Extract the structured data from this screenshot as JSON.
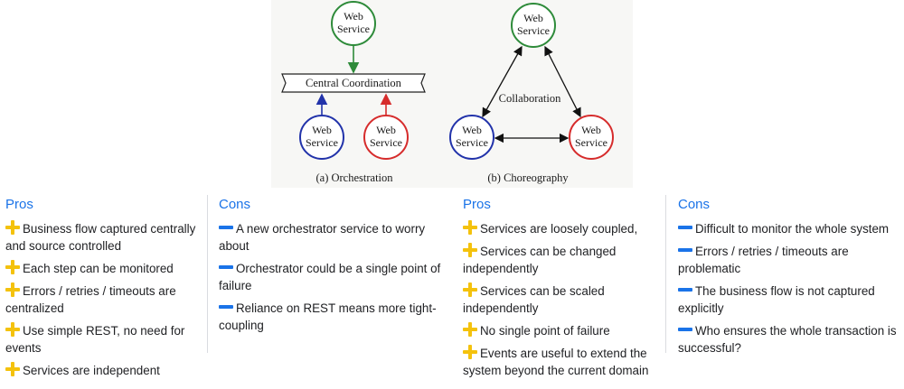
{
  "diagram": {
    "orchestration": {
      "top_service": "Web\nService",
      "coordinator": "Central Coordination",
      "bottom_left_service": "Web\nService",
      "bottom_right_service": "Web\nService",
      "caption": "(a) Orchestration"
    },
    "choreography": {
      "top_service": "Web\nService",
      "left_service": "Web\nService",
      "right_service": "Web\nService",
      "center_label": "Collaboration",
      "caption": "(b) Choreography"
    },
    "colors": {
      "green": "#2e8b3a",
      "blue": "#2233aa",
      "red": "#d62c2c"
    }
  },
  "orchestration_pros": {
    "title": "Pros",
    "items": [
      "Business flow captured centrally and source controlled",
      "Each step can be monitored",
      "Errors / retries / timeouts are centralized",
      "Use simple REST, no need for events",
      "Services are independent"
    ]
  },
  "orchestration_cons": {
    "title": "Cons",
    "items": [
      "A new orchestrator service to worry about",
      "Orchestrator could be a single point of failure",
      "Reliance on REST means more tight-coupling"
    ]
  },
  "choreography_pros": {
    "title": "Pros",
    "items": [
      "Services are loosely coupled,",
      "Services can be changed independently",
      "Services can be scaled independently",
      "No single point of failure",
      "Events are useful to extend the system beyond the current domain"
    ]
  },
  "choreography_cons": {
    "title": "Cons",
    "items": [
      "Difficult to monitor the whole system",
      "Errors / retries / timeouts are problematic",
      "The business flow is not captured explicitly",
      "Who ensures the whole transaction is successful?"
    ]
  },
  "icons": {
    "pro": "plus-icon",
    "con": "minus-icon",
    "pro_color": "#f4c20d",
    "con_color": "#1a73e8"
  }
}
